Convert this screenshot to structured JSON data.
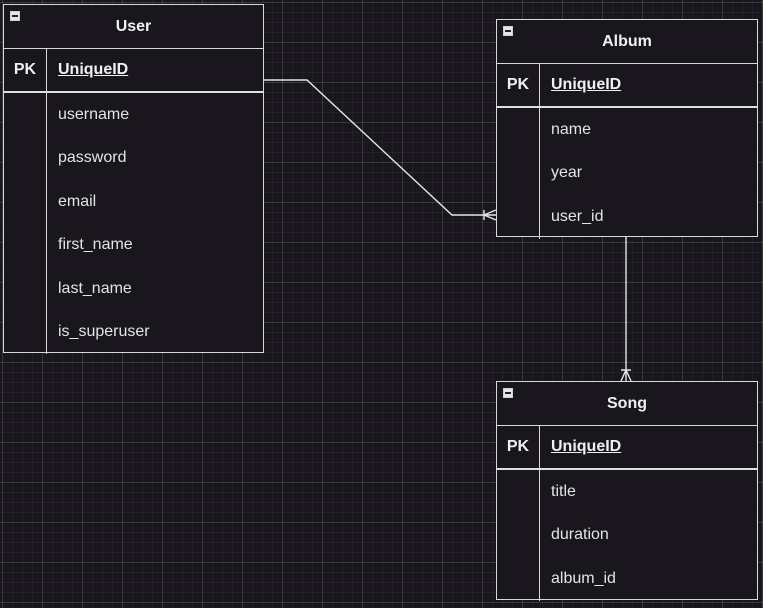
{
  "entities": {
    "user": {
      "title": "User",
      "pk_label": "PK",
      "pk_field": "UniqueID",
      "attributes": [
        "username",
        "password",
        "email",
        "first_name",
        "last_name",
        "is_superuser"
      ]
    },
    "album": {
      "title": "Album",
      "pk_label": "PK",
      "pk_field": "UniqueID",
      "attributes": [
        "name",
        "year",
        "user_id"
      ]
    },
    "song": {
      "title": "Song",
      "pk_label": "PK",
      "pk_field": "UniqueID",
      "attributes": [
        "title",
        "duration",
        "album_id"
      ]
    }
  },
  "relationships": [
    {
      "from": "User",
      "to": "Album",
      "from_cardinality": "one",
      "to_cardinality": "one-or-many"
    },
    {
      "from": "Album",
      "to": "Song",
      "from_cardinality": "one",
      "to_cardinality": "one-or-many"
    }
  ],
  "colors": {
    "background": "#19171d",
    "stroke": "#d9d9d9",
    "text": "#e8e8e8"
  }
}
